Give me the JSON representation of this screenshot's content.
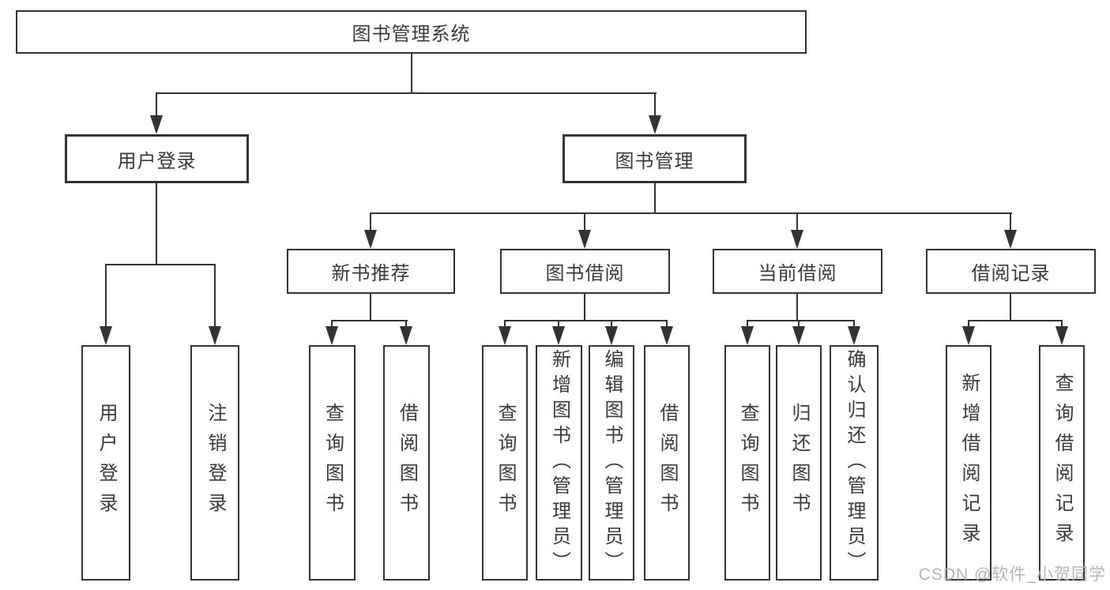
{
  "diagram": {
    "root": {
      "label": "图书管理系统"
    },
    "level2": [
      {
        "label": "用户登录"
      },
      {
        "label": "图书管理"
      }
    ],
    "level3": [
      {
        "label": "新书推荐"
      },
      {
        "label": "图书借阅"
      },
      {
        "label": "当前借阅"
      },
      {
        "label": "借阅记录"
      }
    ],
    "leaves": {
      "user_login": [
        "用户登录",
        "注销登录"
      ],
      "new_book": [
        "查询图书",
        "借阅图书"
      ],
      "book_borrow": [
        "查询图书",
        "新增图书（管理员）",
        "编辑图书（管理员）",
        "借阅图书"
      ],
      "current_borrow": [
        "查询图书",
        "归还图书",
        "确认归还（管理员）"
      ],
      "borrow_record": [
        "新增借阅记录",
        "查询借阅记录"
      ]
    }
  },
  "watermark": {
    "text": "CSDN @软件_小贺同学"
  },
  "colors": {
    "line": "#333333",
    "border": "#333333",
    "text": "#3a3a3a",
    "watermark": "#b5b5b5",
    "background": "#ffffff"
  }
}
